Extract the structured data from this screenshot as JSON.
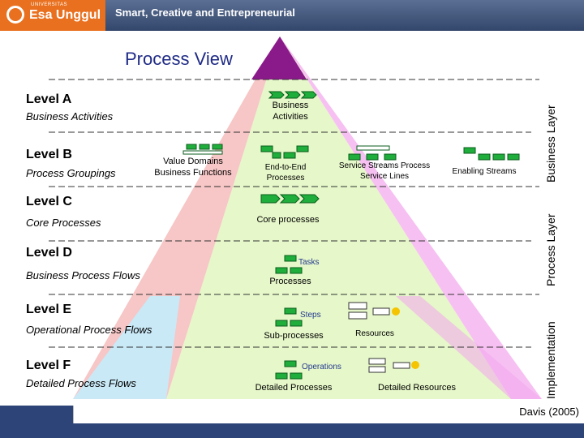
{
  "header": {
    "logo_univ": "UNIVERSITAS",
    "logo_name": "Esa Unggul",
    "tagline": "Smart, Creative and Entrepreneurial"
  },
  "title": "Process View",
  "levels": [
    {
      "level": "Level A",
      "subtitle": "Business Activities"
    },
    {
      "level": "Level B",
      "subtitle": "Process Groupings"
    },
    {
      "level": "Level C",
      "subtitle": "Core Processes"
    },
    {
      "level": "Level D",
      "subtitle": "Business Process Flows"
    },
    {
      "level": "Level E",
      "subtitle": "Operational Process Flows"
    },
    {
      "level": "Level F",
      "subtitle": "Detailed Process Flows"
    }
  ],
  "pyramid_labels": {
    "business_activities": "Business Activities",
    "value_domains": "Value Domains Business Functions",
    "end_to_end": "End-to-End Processes",
    "service_streams": "Service Streams Process Service Lines",
    "enabling_streams": "Enabling Streams",
    "core_processes": "Core processes",
    "tasks": "Tasks",
    "processes": "Processes",
    "steps": "Steps",
    "sub_processes": "Sub-processes",
    "resources": "Resources",
    "operations": "Operations",
    "detailed_processes": "Detailed Processes",
    "detailed_resources": "Detailed Resources"
  },
  "side_labels": {
    "business_layer": "Business Layer",
    "process_layer": "Process Layer",
    "implementation": "Implementation"
  },
  "credit": "Davis (2005)",
  "colors": {
    "banner": "#3f5580",
    "logo": "#e8701e",
    "apex": "#8a1a8a",
    "left_pink": "#f7c6c6",
    "right_pink": "#f7c0f2",
    "green": "#e6f7c9",
    "lightblue": "#c9e9f7",
    "magenta": "#f3a5ee",
    "icon_green": "#1fae3b"
  }
}
